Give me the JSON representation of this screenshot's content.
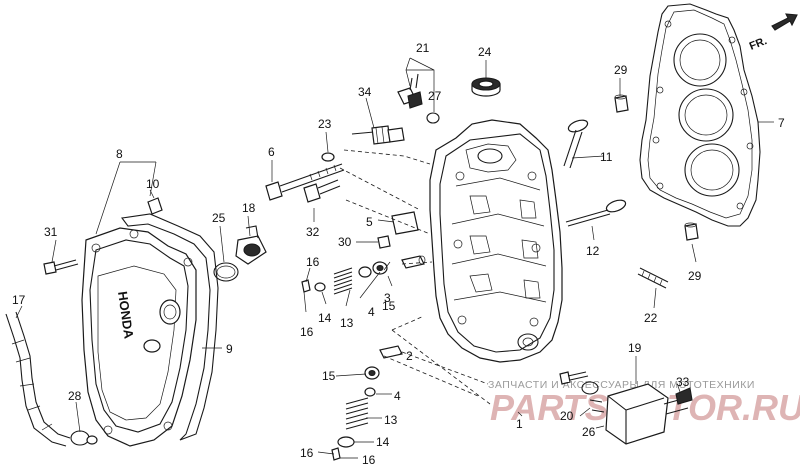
{
  "callouts": {
    "c1": "1",
    "c2": "2",
    "c3": "3",
    "c4a": "4",
    "c4b": "4",
    "c5": "5",
    "c6": "6",
    "c7": "7",
    "c8": "8",
    "c9": "9",
    "c10": "10",
    "c11": "11",
    "c12": "12",
    "c13a": "13",
    "c13b": "13",
    "c14a": "14",
    "c14b": "14",
    "c15a": "15",
    "c15b": "15",
    "c16a": "16",
    "c16b": "16",
    "c16c": "16",
    "c16d": "16",
    "c17": "17",
    "c18": "18",
    "c19": "19",
    "c20": "20",
    "c21": "21",
    "c22": "22",
    "c23": "23",
    "c24": "24",
    "c25": "25",
    "c26": "26",
    "c27": "27",
    "c28": "28",
    "c29a": "29",
    "c29b": "29",
    "c30": "30",
    "c31": "31",
    "c32": "32",
    "c33": "33",
    "c34": "34"
  },
  "front_marker": "FR.",
  "cover_logo": "HONDA",
  "watermark": {
    "line1": "ЗАПЧАСТИ И АКСЕССУАРЫ ДЛЯ МОТОТЕХНИКИ",
    "line2": "PARTSMOTOR.RU"
  }
}
